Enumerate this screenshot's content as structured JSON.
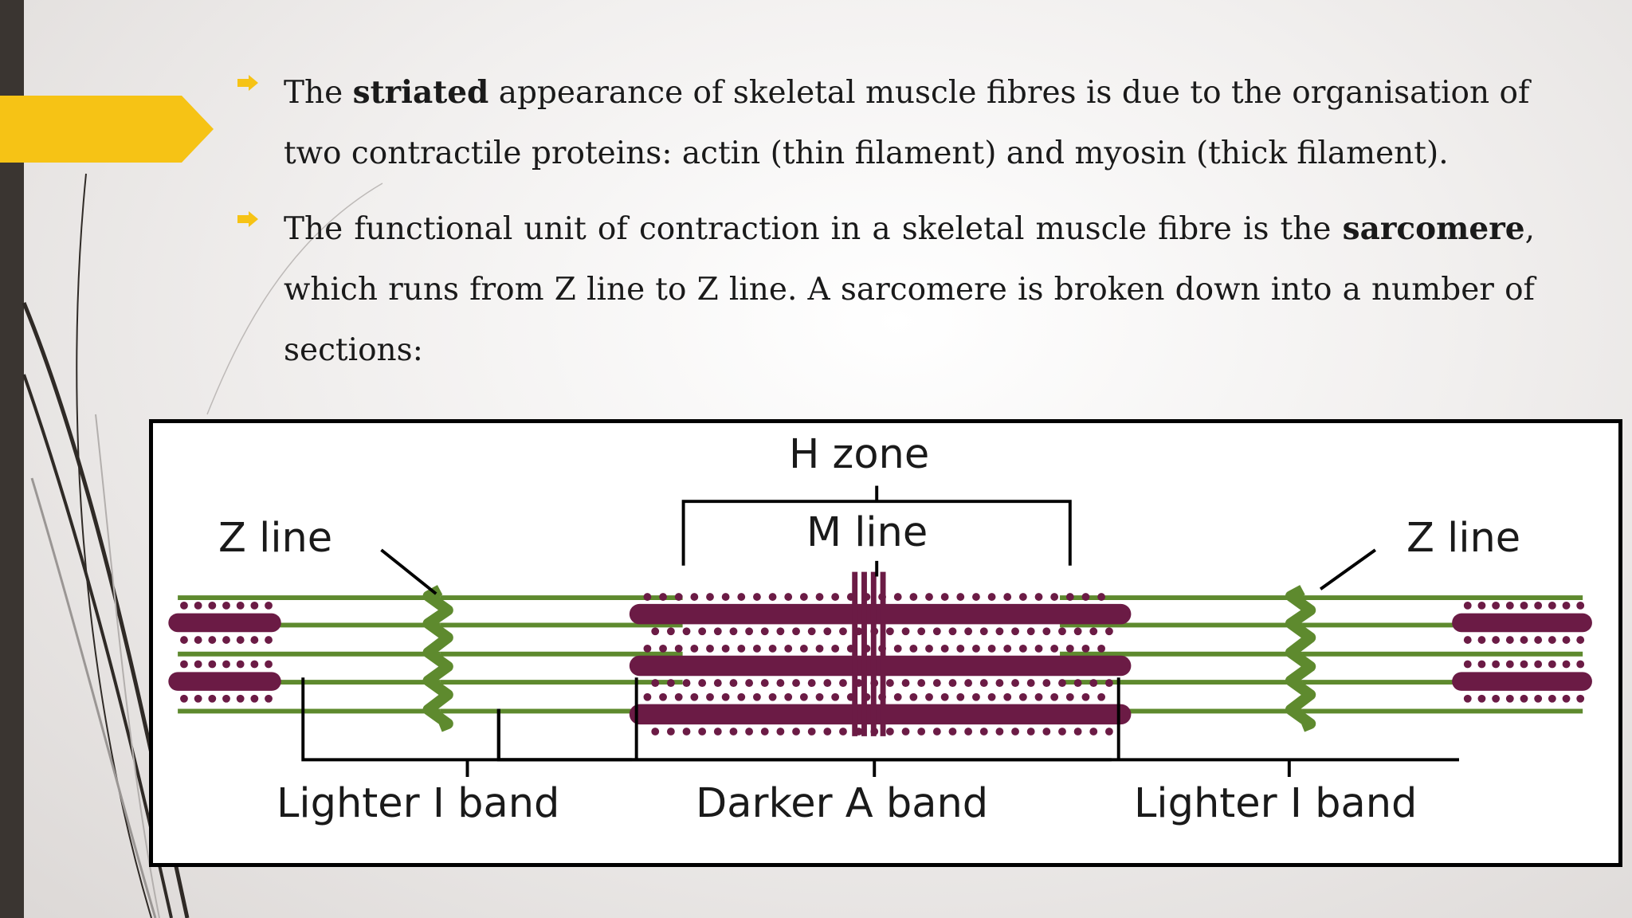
{
  "slide": {
    "accent_color": "#f6c315",
    "sidebar_color": "#3a3531",
    "bullets": [
      {
        "pre": "The ",
        "bold": "striated",
        "post": " appearance of skeletal muscle fibres is due to the organisation of two contractile proteins: actin (thin filament) and myosin (thick filament)."
      },
      {
        "pre": "The functional unit of contraction in a skeletal muscle fibre is the ",
        "bold": "sarcomere",
        "post": ", which runs from Z line to Z line. A sarcomere is broken down into a number of sections:"
      }
    ]
  },
  "diagram": {
    "labels": {
      "h_zone": "H zone",
      "m_line": "M line",
      "z_line_left": "Z line",
      "z_line_right": "Z line",
      "i_band_left": "Lighter I band",
      "a_band": "Darker A band",
      "i_band_right": "Lighter I band"
    },
    "colors": {
      "actin": "#5e8a2e",
      "myosin": "#6b1b45"
    }
  }
}
